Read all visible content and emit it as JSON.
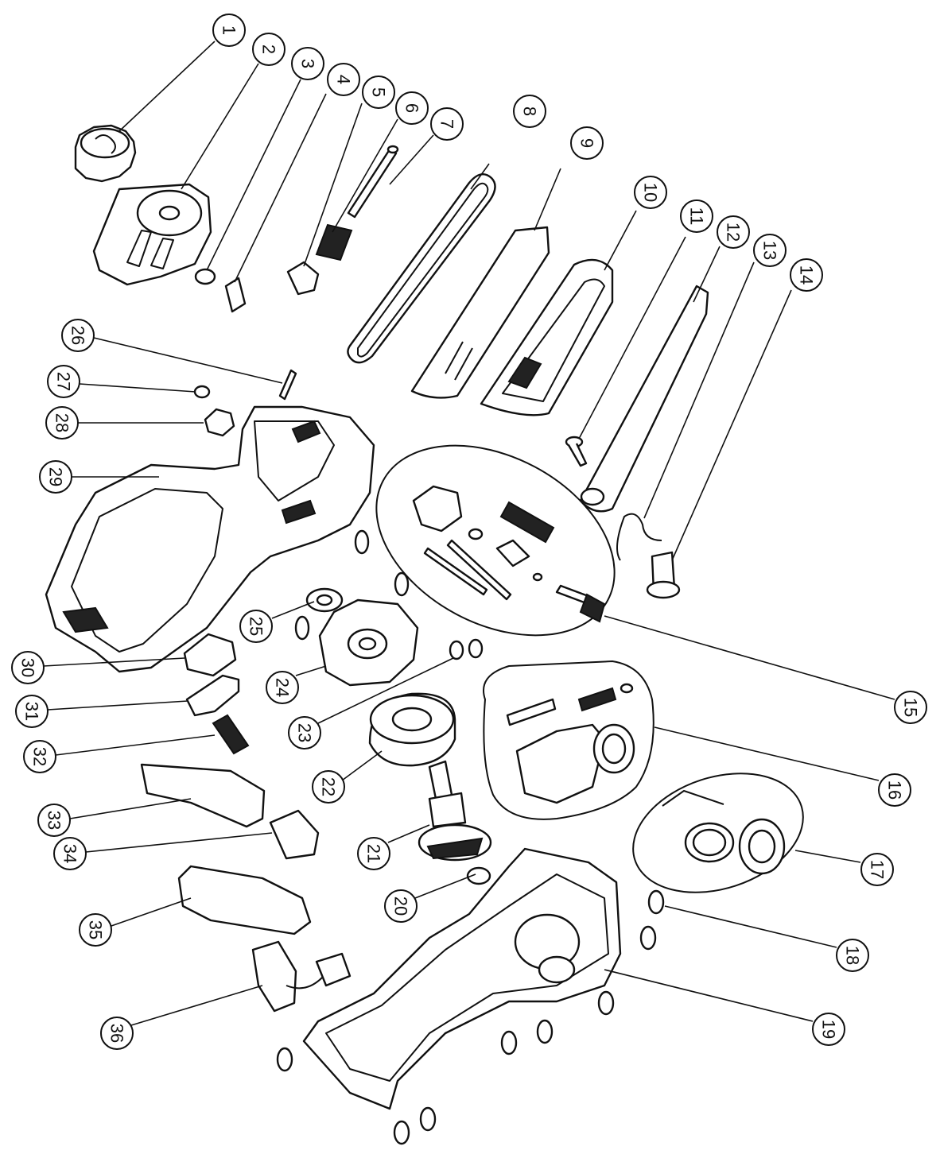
{
  "diagram": {
    "callouts": [
      {
        "id": "1",
        "label": "1"
      },
      {
        "id": "2",
        "label": "2"
      },
      {
        "id": "3",
        "label": "3"
      },
      {
        "id": "4",
        "label": "4"
      },
      {
        "id": "5",
        "label": "5"
      },
      {
        "id": "6",
        "label": "6"
      },
      {
        "id": "7",
        "label": "7"
      },
      {
        "id": "8",
        "label": "8"
      },
      {
        "id": "9",
        "label": "9"
      },
      {
        "id": "10",
        "label": "10"
      },
      {
        "id": "11",
        "label": "11"
      },
      {
        "id": "12",
        "label": "12"
      },
      {
        "id": "13",
        "label": "13"
      },
      {
        "id": "14",
        "label": "14"
      },
      {
        "id": "15",
        "label": "15"
      },
      {
        "id": "16",
        "label": "16"
      },
      {
        "id": "17",
        "label": "17"
      },
      {
        "id": "18",
        "label": "18"
      },
      {
        "id": "19",
        "label": "19"
      },
      {
        "id": "20",
        "label": "20"
      },
      {
        "id": "21",
        "label": "21"
      },
      {
        "id": "22",
        "label": "22"
      },
      {
        "id": "23",
        "label": "23"
      },
      {
        "id": "24",
        "label": "24"
      },
      {
        "id": "25",
        "label": "25"
      },
      {
        "id": "26",
        "label": "26"
      },
      {
        "id": "27",
        "label": "27"
      },
      {
        "id": "28",
        "label": "28"
      },
      {
        "id": "29",
        "label": "29"
      },
      {
        "id": "30",
        "label": "30"
      },
      {
        "id": "31",
        "label": "31"
      },
      {
        "id": "32",
        "label": "32"
      },
      {
        "id": "33",
        "label": "33"
      },
      {
        "id": "34",
        "label": "34"
      },
      {
        "id": "35",
        "label": "35"
      },
      {
        "id": "36",
        "label": "36"
      }
    ]
  }
}
